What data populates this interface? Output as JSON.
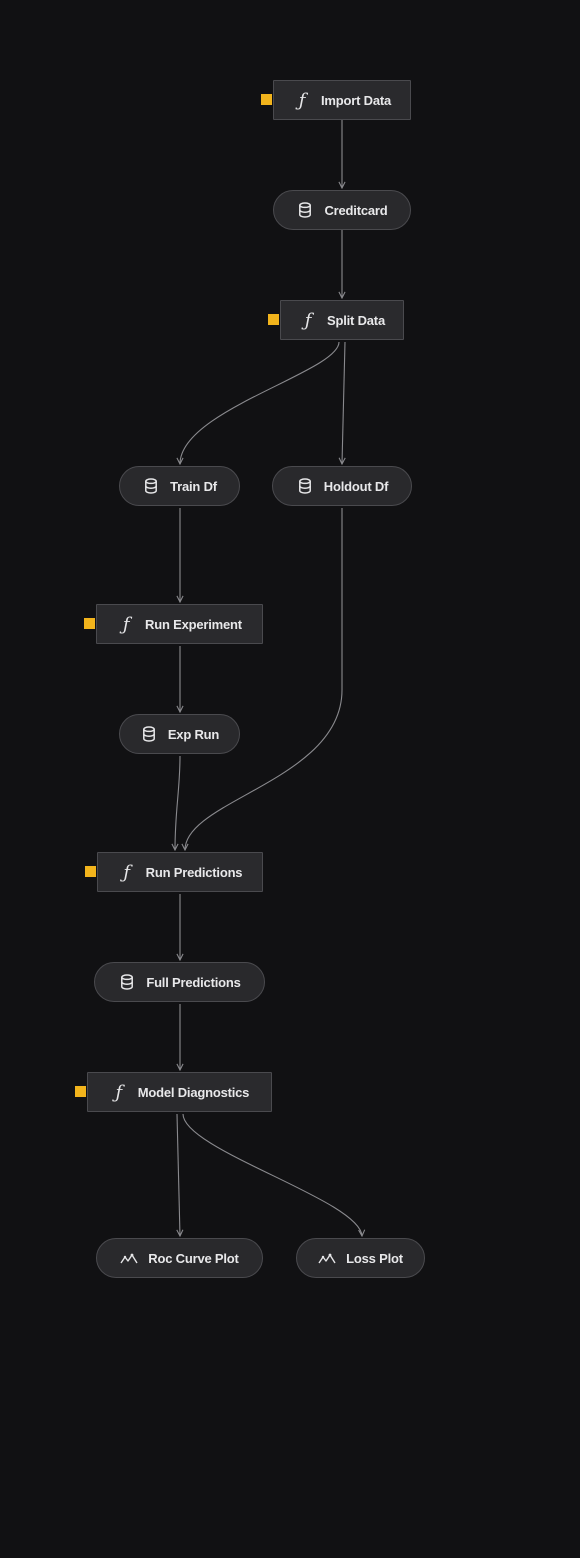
{
  "colors": {
    "background": "#111113",
    "node_fill": "#2a2a2d",
    "node_border": "#4a4a4e",
    "edge": "#8a8a8e",
    "pin": "#f2b41c",
    "text": "#e8e8ea"
  },
  "nodes": [
    {
      "id": "import_data",
      "kind": "function",
      "icon": "function-icon",
      "label": "Import Data"
    },
    {
      "id": "creditcard",
      "kind": "dataset",
      "icon": "database-icon",
      "label": "Creditcard"
    },
    {
      "id": "split_data",
      "kind": "function",
      "icon": "function-icon",
      "label": "Split Data"
    },
    {
      "id": "train_df",
      "kind": "dataset",
      "icon": "database-icon",
      "label": "Train Df"
    },
    {
      "id": "holdout_df",
      "kind": "dataset",
      "icon": "database-icon",
      "label": "Holdout Df"
    },
    {
      "id": "run_experiment",
      "kind": "function",
      "icon": "function-icon",
      "label": "Run Experiment"
    },
    {
      "id": "exp_run",
      "kind": "dataset",
      "icon": "database-icon",
      "label": "Exp Run"
    },
    {
      "id": "run_predictions",
      "kind": "function",
      "icon": "function-icon",
      "label": "Run Predictions"
    },
    {
      "id": "full_predictions",
      "kind": "dataset",
      "icon": "database-icon",
      "label": "Full Predictions"
    },
    {
      "id": "model_diagnostics",
      "kind": "function",
      "icon": "function-icon",
      "label": "Model Diagnostics"
    },
    {
      "id": "roc_curve_plot",
      "kind": "plot",
      "icon": "chart-icon",
      "label": "Roc Curve Plot"
    },
    {
      "id": "loss_plot",
      "kind": "plot",
      "icon": "chart-icon",
      "label": "Loss Plot"
    }
  ],
  "edges": [
    {
      "from": "import_data",
      "to": "creditcard"
    },
    {
      "from": "creditcard",
      "to": "split_data"
    },
    {
      "from": "split_data",
      "to": "train_df"
    },
    {
      "from": "split_data",
      "to": "holdout_df"
    },
    {
      "from": "train_df",
      "to": "run_experiment"
    },
    {
      "from": "run_experiment",
      "to": "exp_run"
    },
    {
      "from": "exp_run",
      "to": "run_predictions"
    },
    {
      "from": "holdout_df",
      "to": "run_predictions"
    },
    {
      "from": "run_predictions",
      "to": "full_predictions"
    },
    {
      "from": "full_predictions",
      "to": "model_diagnostics"
    },
    {
      "from": "model_diagnostics",
      "to": "roc_curve_plot"
    },
    {
      "from": "model_diagnostics",
      "to": "loss_plot"
    }
  ]
}
